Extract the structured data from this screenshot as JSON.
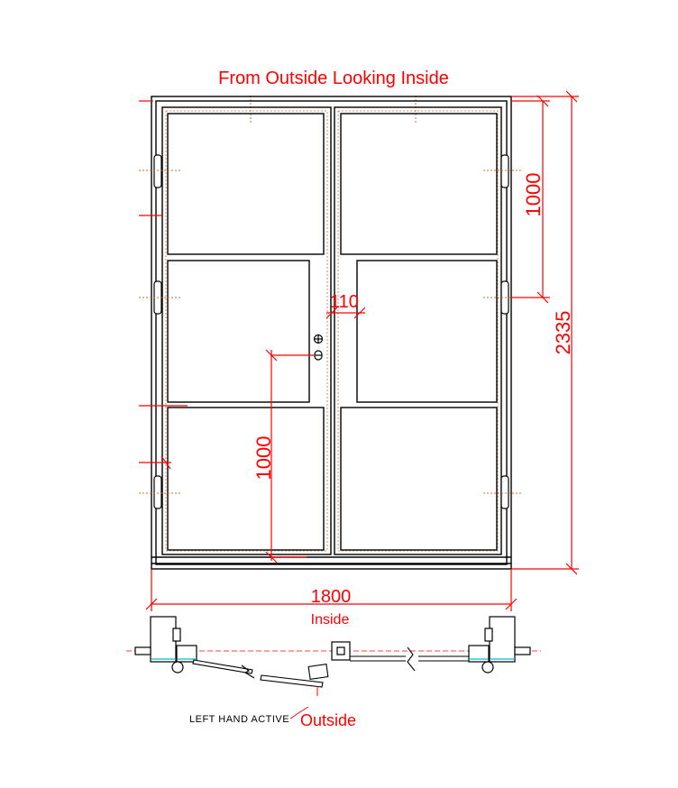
{
  "title": "From Outside Looking Inside",
  "dimensions": {
    "width": "1800",
    "height": "2335",
    "top_section": "1000",
    "handle_height": "1000",
    "handle_offset": "110"
  },
  "labels": {
    "inside": "Inside",
    "outside": "Outside",
    "left_hand_active": "LEFT HAND ACTIVE"
  },
  "colors": {
    "annotation": "#ff0000",
    "frame": "#000000",
    "weatherstrip": "#c87533",
    "glazing": "#00bcd4"
  }
}
